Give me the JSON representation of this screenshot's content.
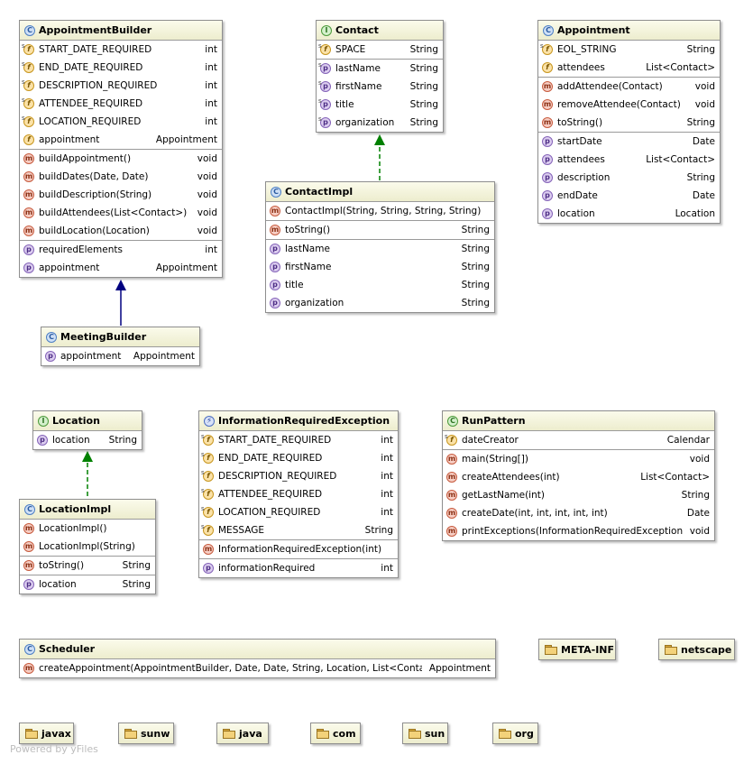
{
  "nodes": {
    "appointment_builder": {
      "title": "AppointmentBuilder",
      "fields": [
        {
          "name": "START_DATE_REQUIRED",
          "type": "int",
          "icon": "static-field-icon"
        },
        {
          "name": "END_DATE_REQUIRED",
          "type": "int",
          "icon": "static-field-icon"
        },
        {
          "name": "DESCRIPTION_REQUIRED",
          "type": "int",
          "icon": "static-field-icon"
        },
        {
          "name": "ATTENDEE_REQUIRED",
          "type": "int",
          "icon": "static-field-icon"
        },
        {
          "name": "LOCATION_REQUIRED",
          "type": "int",
          "icon": "static-field-icon"
        },
        {
          "name": "appointment",
          "type": "Appointment",
          "icon": "field-icon"
        }
      ],
      "methods": [
        {
          "name": "buildAppointment()",
          "type": "void"
        },
        {
          "name": "buildDates(Date, Date)",
          "type": "void"
        },
        {
          "name": "buildDescription(String)",
          "type": "void"
        },
        {
          "name": "buildAttendees(List<Contact>)",
          "type": "void"
        },
        {
          "name": "buildLocation(Location)",
          "type": "void"
        }
      ],
      "properties": [
        {
          "name": "requiredElements",
          "type": "int"
        },
        {
          "name": "appointment",
          "type": "Appointment"
        }
      ]
    },
    "meeting_builder": {
      "title": "MeetingBuilder",
      "properties": [
        {
          "name": "appointment",
          "type": "Appointment"
        }
      ]
    },
    "contact": {
      "title": "Contact",
      "fields": [
        {
          "name": "SPACE",
          "type": "String",
          "icon": "static-field-icon"
        }
      ],
      "properties": [
        {
          "name": "lastName",
          "type": "String",
          "icon": "static-property-icon"
        },
        {
          "name": "firstName",
          "type": "String",
          "icon": "static-property-icon"
        },
        {
          "name": "title",
          "type": "String",
          "icon": "static-property-icon"
        },
        {
          "name": "organization",
          "type": "String",
          "icon": "static-property-icon"
        }
      ]
    },
    "contact_impl": {
      "title": "ContactImpl",
      "constructors": [
        {
          "name": "ContactImpl(String, String, String, String)",
          "type": ""
        }
      ],
      "methods": [
        {
          "name": "toString()",
          "type": "String"
        }
      ],
      "properties": [
        {
          "name": "lastName",
          "type": "String"
        },
        {
          "name": "firstName",
          "type": "String"
        },
        {
          "name": "title",
          "type": "String"
        },
        {
          "name": "organization",
          "type": "String"
        }
      ]
    },
    "appointment": {
      "title": "Appointment",
      "fields": [
        {
          "name": "EOL_STRING",
          "type": "String",
          "icon": "static-field-icon"
        },
        {
          "name": "attendees",
          "type": "List<Contact>",
          "icon": "field-icon"
        }
      ],
      "methods": [
        {
          "name": "addAttendee(Contact)",
          "type": "void"
        },
        {
          "name": "removeAttendee(Contact)",
          "type": "void"
        },
        {
          "name": "toString()",
          "type": "String"
        }
      ],
      "properties": [
        {
          "name": "startDate",
          "type": "Date"
        },
        {
          "name": "attendees",
          "type": "List<Contact>"
        },
        {
          "name": "description",
          "type": "String"
        },
        {
          "name": "endDate",
          "type": "Date"
        },
        {
          "name": "location",
          "type": "Location"
        }
      ]
    },
    "location": {
      "title": "Location",
      "properties": [
        {
          "name": "location",
          "type": "String"
        }
      ]
    },
    "location_impl": {
      "title": "LocationImpl",
      "constructors": [
        {
          "name": "LocationImpl()",
          "type": ""
        },
        {
          "name": "LocationImpl(String)",
          "type": ""
        }
      ],
      "methods": [
        {
          "name": "toString()",
          "type": "String"
        }
      ],
      "properties": [
        {
          "name": "location",
          "type": "String"
        }
      ]
    },
    "information_required_exception": {
      "title": "InformationRequiredException",
      "fields": [
        {
          "name": "START_DATE_REQUIRED",
          "type": "int",
          "icon": "static-field-icon"
        },
        {
          "name": "END_DATE_REQUIRED",
          "type": "int",
          "icon": "static-field-icon"
        },
        {
          "name": "DESCRIPTION_REQUIRED",
          "type": "int",
          "icon": "static-field-icon"
        },
        {
          "name": "ATTENDEE_REQUIRED",
          "type": "int",
          "icon": "static-field-icon"
        },
        {
          "name": "LOCATION_REQUIRED",
          "type": "int",
          "icon": "static-field-icon"
        },
        {
          "name": "MESSAGE",
          "type": "String",
          "icon": "static-field-icon"
        }
      ],
      "constructors": [
        {
          "name": "InformationRequiredException(int)",
          "type": ""
        }
      ],
      "properties": [
        {
          "name": "informationRequired",
          "type": "int"
        }
      ]
    },
    "run_pattern": {
      "title": "RunPattern",
      "fields": [
        {
          "name": "dateCreator",
          "type": "Calendar",
          "icon": "static-field-icon"
        }
      ],
      "methods": [
        {
          "name": "main(String[])",
          "type": "void"
        },
        {
          "name": "createAttendees(int)",
          "type": "List<Contact>"
        },
        {
          "name": "getLastName(int)",
          "type": "String"
        },
        {
          "name": "createDate(int, int, int, int, int)",
          "type": "Date"
        },
        {
          "name": "printExceptions(InformationRequiredException)",
          "type": "void"
        }
      ]
    },
    "scheduler": {
      "title": "Scheduler",
      "methods": [
        {
          "name": "createAppointment(AppointmentBuilder, Date, Date, String, Location, List<Contact>)",
          "type": "Appointment"
        }
      ]
    }
  },
  "packages": [
    "META-INF",
    "netscape",
    "javax",
    "sunw",
    "java",
    "com",
    "sun",
    "org"
  ],
  "credit": "Powered by yFiles",
  "colors": {
    "inheritance_edge": "#000080",
    "realization_edge": "#008000"
  }
}
